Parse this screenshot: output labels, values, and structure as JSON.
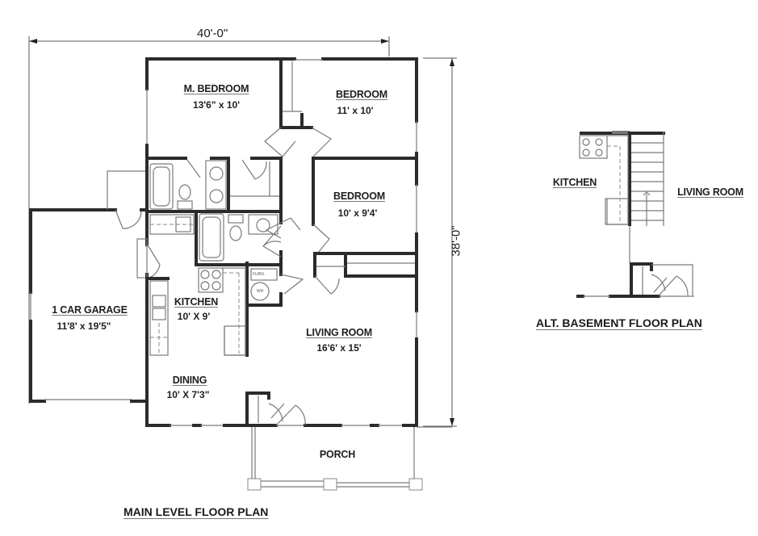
{
  "main_plan": {
    "title": "MAIN LEVEL FLOOR PLAN",
    "overall_width": "40'-0\"",
    "overall_depth": "38'-0\"",
    "rooms": [
      {
        "name": "M. BEDROOM",
        "size": "13'6\" x 10'"
      },
      {
        "name": "BEDROOM",
        "size": "11' x 10'"
      },
      {
        "name": "BEDROOM",
        "size": "10' x 9'4'"
      },
      {
        "name": "KITCHEN",
        "size": "10' X 9'"
      },
      {
        "name": "1 CAR GARAGE",
        "size": "11'8' x 19'5\""
      },
      {
        "name": "LIVING ROOM",
        "size": "16'6' x 15'"
      },
      {
        "name": "DINING",
        "size": "10' X 7'3\""
      },
      {
        "name": "PORCH",
        "size": ""
      }
    ],
    "fixture_labels": {
      "furnace": "FURN.",
      "water_heater": "WH"
    }
  },
  "alt_plan": {
    "title": "ALT. BASEMENT FLOOR PLAN",
    "rooms": [
      {
        "name": "KITCHEN"
      },
      {
        "name": "LIVING ROOM"
      }
    ]
  },
  "colors": {
    "wall": "#2b2b2b",
    "thin_line": "#7a7a7a",
    "background": "#ffffff"
  }
}
